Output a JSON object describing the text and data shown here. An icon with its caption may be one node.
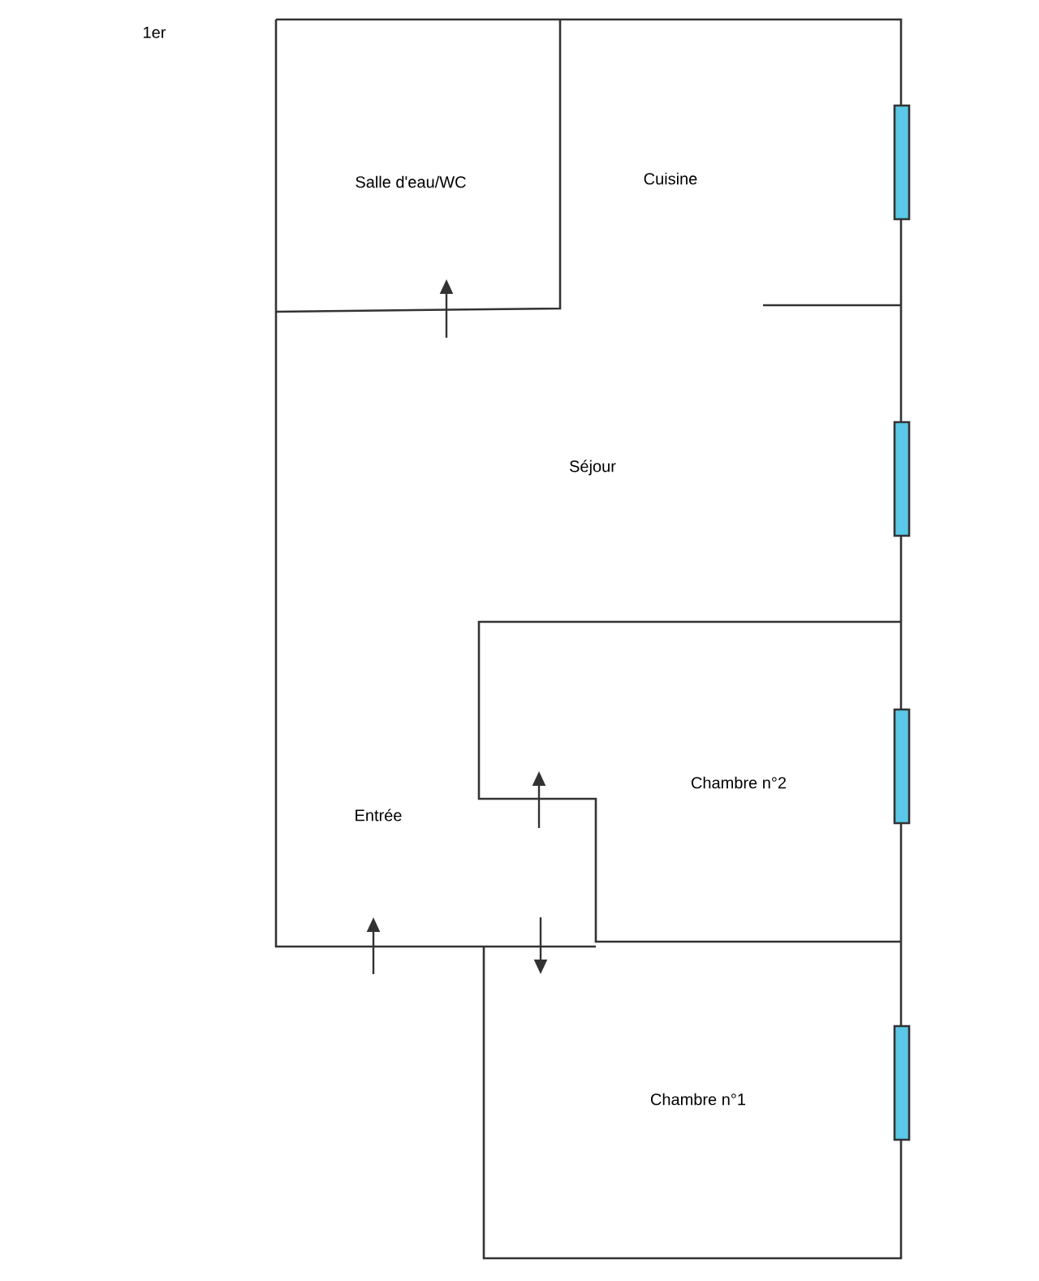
{
  "diagram": {
    "nodes": [
      {
        "text": [
          "Salle d'eau/WC"
        ]
      },
      {
        "text": [
          "Cuisine"
        ]
      },
      {
        "text": [
          "Séjour"
        ]
      },
      {
        "text": [
          "Entrée"
        ]
      },
      {
        "text": [
          "Chambre n°2"
        ]
      },
      {
        "text": [
          "Chambre n°1"
        ]
      }
    ],
    "labels": [
      "1er"
    ]
  }
}
